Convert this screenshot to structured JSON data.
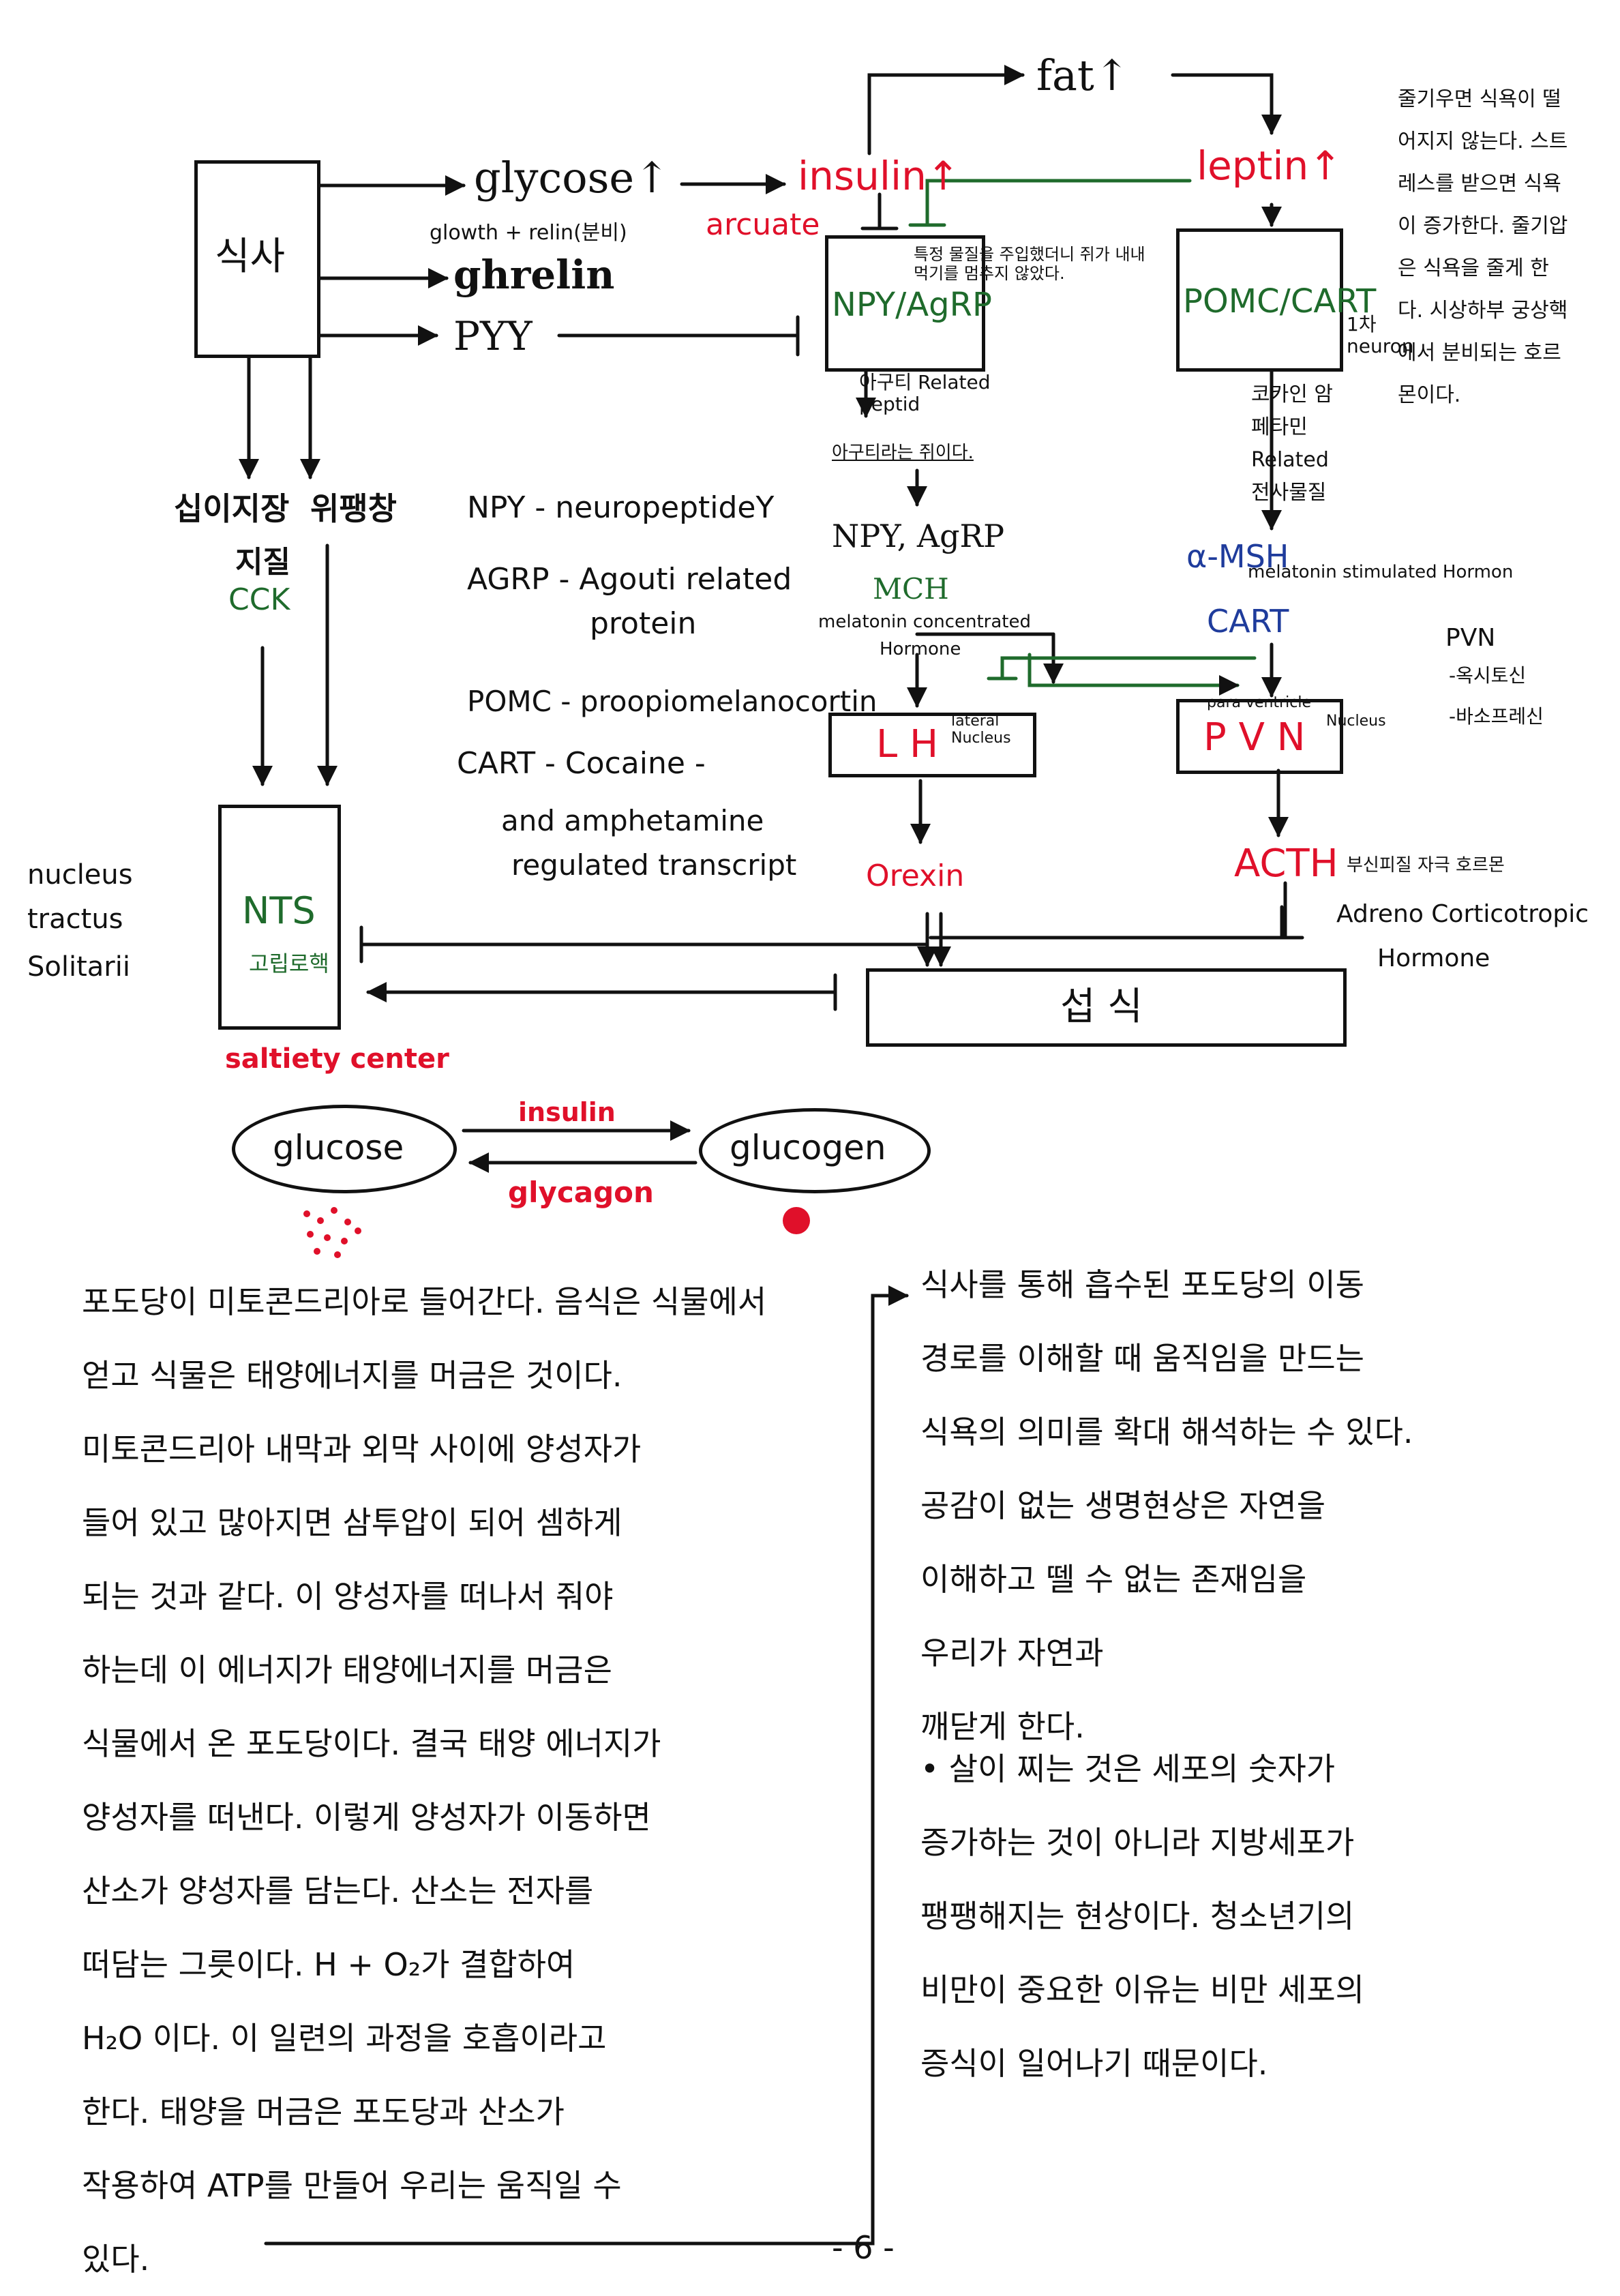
{
  "diagram": {
    "meal": "식사",
    "glycose": "glycose↑",
    "glowth_note": "glowth + relin(분비)",
    "ghrelin": "ghrelin",
    "pyy": "PYY",
    "insulin": "insulin↑",
    "arcuate": "arcuate",
    "fat": "fat↑",
    "leptin": "leptin↑",
    "npy_agrp_box": "NPY/AgRP",
    "npy_note": "특정 물질을 주입했더니 쥐가 내내 먹기를 멈추지 않았다.",
    "pomc_cart_box": "POMC/CART",
    "first_neuron": "1차 neuron",
    "leptin_note": "줄기우면 식욕이 떨어지지 않는다. 스트레스를 받으면 식욕이 증가한다. 줄기압은 식욕을 줄게 한다. 시상하부 궁상핵에서 분비되는 호르몬이다.",
    "agouti_note_1": "아구티 Related peptid",
    "agouti_note_2": "아구티라는 쥐이다.",
    "cocaine_note": "코카인 암페타민 Related 전사물질",
    "npy_agrp_label": "NPY, AgRP",
    "mch": "MCH",
    "mch_full_1": "melatonin concentrated",
    "mch_full_2": "Hormone",
    "alpha_msh": "α-MSH",
    "alpha_msh_full": "melatonin stimulated Hormon",
    "cart": "CART",
    "pvn_side": "PVN",
    "pvn_side_1": "-옥시토신",
    "pvn_side_2": "-바소프레신",
    "lh": "L H",
    "lh_full": "lateral Nucleus",
    "pvn": "P V N",
    "pvn_full_1": "para ventricle",
    "pvn_full_2": "Nucleus",
    "orexin": "Orexin",
    "acth": "ACTH",
    "acth_note": "부신피질 자극 호르몬",
    "acth_full_1": "Adreno Corticotropic",
    "acth_full_2": "Hormone",
    "eating": "섭 식",
    "duodenum": "십이지장",
    "stomach": "위팽창",
    "fat_label": "지질",
    "cck": "CCK",
    "nts": "NTS",
    "nts_korean": "고립로핵",
    "nts_full_1": "nucleus",
    "nts_full_2": "tractus",
    "nts_full_3": "Solitarii",
    "satiety": "saltiety center",
    "def_npy": "NPY - neuropeptideY",
    "def_agrp_1": "AGRP - Agouti related",
    "def_agrp_2": "protein",
    "def_pomc": "POMC - proopiomelanocortin",
    "def_cart_1": "CART - Cocaine -",
    "def_cart_2": "and amphetamine",
    "def_cart_3": "regulated transcript",
    "glucose": "glucose",
    "glucogen": "glucogen",
    "insulin_small": "insulin",
    "glucagon": "glycagon"
  },
  "text": {
    "left_paragraph": "포도당이 미토콘드리아로 들어간다. 음식은 식물에서\n얻고 식물은 태양에너지를 머금은 것이다.\n미토콘드리아 내막과 외막 사이에 양성자가\n들어 있고 많아지면 삼투압이 되어 셈하게\n되는 것과 같다. 이 양성자를 떠나서 줘야\n하는데 이 에너지가 태양에너지를 머금은\n식물에서 온 포도당이다. 결국 태양 에너지가\n양성자를 떠낸다. 이렇게 양성자가 이동하면\n산소가 양성자를 담는다. 산소는 전자를\n떠담는 그릇이다. H + O₂가 결합하여\nH₂O 이다. 이 일련의 과정을 호흡이라고\n한다. 태양을 머금은 포도당과 산소가\n작용하여 ATP를 만들어 우리는 움직일 수\n있다.",
    "right_paragraph": "식사를 통해 흡수된 포도당의 이동\n경로를 이해할 때 움직임을 만드는\n식욕의 의미를 확대 해석하는 수 있다.\n공감이 없는 생명현상은 자연을\n이해하고 뗄 수 없는 존재임을\n우리가 자연과\n깨닫게 한다.",
    "bullet_paragraph": "• 살이 찌는 것은 세포의 숫자가\n증가하는 것이 아니라 지방세포가\n팽팽해지는 현상이다. 청소년기의\n비만이 중요한 이유는 비만 세포의\n증식이 일어나기 때문이다.",
    "page_number": "- 6 -"
  }
}
